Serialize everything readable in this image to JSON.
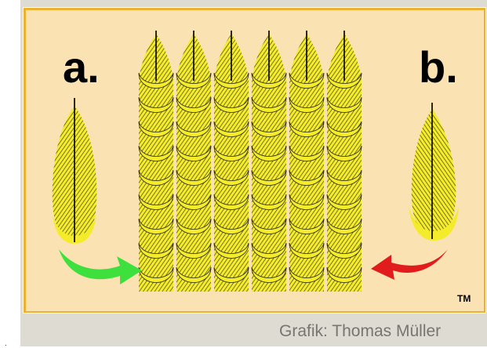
{
  "labels": {
    "a": "a.",
    "b": "b.",
    "tm": "TM"
  },
  "credit": "Grafik: Thomas Müller",
  "colors": {
    "panel_bg": "#fae2b2",
    "frame": "#ecb032",
    "feather": "#f4ec2a",
    "arrow_a": "#3ee03e",
    "arrow_b": "#e01c1c"
  },
  "grid": {
    "columns": 6,
    "rows": 9
  },
  "icons": [
    "feather-icon",
    "arrow-right-icon",
    "arrow-left-icon"
  ]
}
